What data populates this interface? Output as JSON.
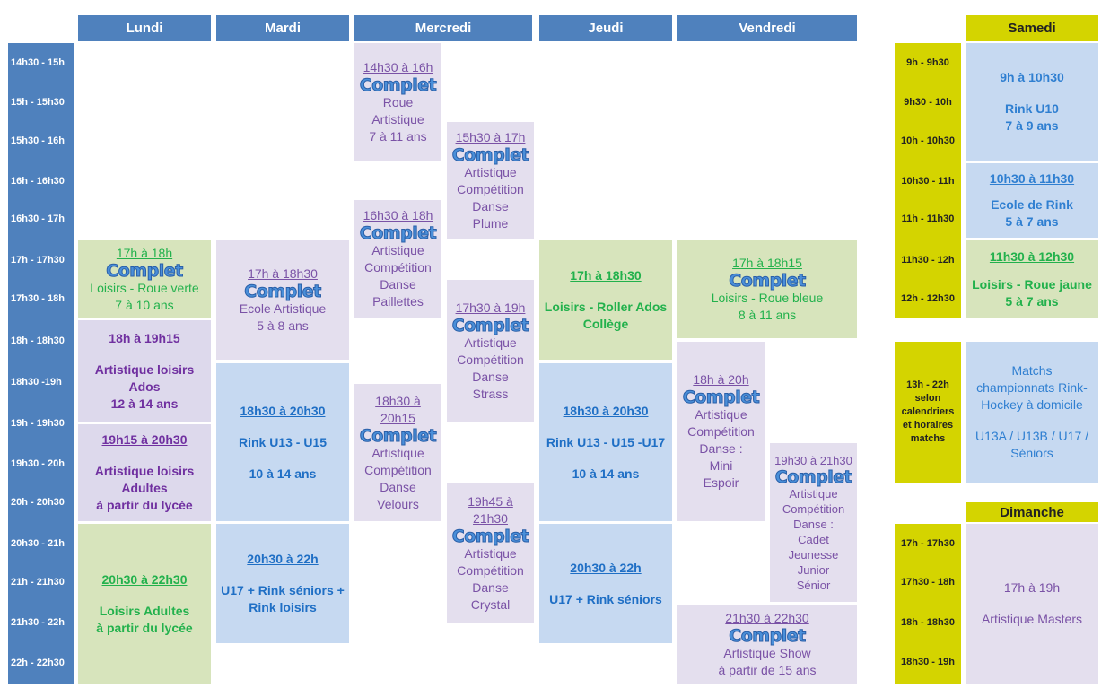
{
  "headers": {
    "lundi": "Lundi",
    "mardi": "Mardi",
    "mercredi": "Mercredi",
    "jeudi": "Jeudi",
    "vendredi": "Vendredi",
    "samedi": "Samedi",
    "dimanche": "Dimanche"
  },
  "complet": "Complet",
  "time_slots": [
    "14h30 - 15h",
    "15h - 15h30",
    "15h30 - 16h",
    "16h - 16h30",
    "16h30 - 17h",
    "17h - 17h30",
    "17h30 - 18h",
    "18h - 18h30",
    "18h30 -19h",
    "19h - 19h30",
    "19h30 - 20h",
    "20h - 20h30",
    "20h30 - 21h",
    "21h - 21h30",
    "21h30 - 22h",
    "22h - 22h30"
  ],
  "sat_slots": [
    "9h - 9h30",
    "9h30 - 10h",
    "10h - 10h30",
    "10h30 - 11h",
    "11h - 11h30",
    "11h30 - 12h",
    "12h - 12h30"
  ],
  "sat_afternoon": [
    "13h - 22h",
    "selon",
    "calendriers",
    "et horaires",
    "matchs"
  ],
  "sun_slots": [
    "17h - 17h30",
    "17h30 - 18h",
    "18h - 18h30",
    "18h30 - 19h"
  ],
  "lundi": {
    "b1": {
      "time": "17h à 18h",
      "line1": "Loisirs - Roue verte",
      "line2": "7 à 10 ans"
    },
    "b2": {
      "time": "18h à 19h15",
      "line1": "Artistique loisirs",
      "line2": "Ados",
      "line3": "12 à 14 ans"
    },
    "b3": {
      "time": "19h15 à 20h30",
      "line1": "Artistique loisirs",
      "line2": "Adultes",
      "line3": "à partir du lycée"
    },
    "b4": {
      "time": "20h30 à 22h30",
      "line1": "Loisirs Adultes",
      "line2": "à partir du lycée"
    }
  },
  "mardi": {
    "b1": {
      "time": "17h à 18h30",
      "line1": "Ecole Artistique",
      "line2": "5 à 8 ans"
    },
    "b2": {
      "time": "18h30 à 20h30",
      "line1": "Rink U13 - U15",
      "line2": "10 à 14 ans"
    },
    "b3": {
      "time": "20h30 à 22h",
      "line1": "U17 + Rink séniors +",
      "line2": "Rink loisirs"
    }
  },
  "mercredi": {
    "b1": {
      "time": "14h30 à 16h",
      "line1": "Roue",
      "line2": "Artistique",
      "line3": "7 à 11 ans"
    },
    "b2": {
      "time": "15h30 à 17h",
      "line1": "Artistique",
      "line2": "Compétition",
      "line3": "Danse",
      "line4": "Plume"
    },
    "b3": {
      "time": "16h30 à 18h",
      "line1": "Artistique",
      "line2": "Compétition",
      "line3": "Danse",
      "line4": "Paillettes"
    },
    "b4": {
      "time": "17h30 à 19h",
      "line1": "Artistique",
      "line2": "Compétition",
      "line3": "Danse",
      "line4": "Strass"
    },
    "b5": {
      "time_a": "18h30 à",
      "time_b": "20h15",
      "line1": "Artistique",
      "line2": "Compétition",
      "line3": "Danse",
      "line4": "Velours"
    },
    "b6": {
      "time_a": "19h45 à",
      "time_b": "21h30",
      "line1": "Artistique",
      "line2": "Compétition",
      "line3": "Danse",
      "line4": "Crystal"
    }
  },
  "jeudi": {
    "b1": {
      "time": "17h à 18h30",
      "line1": "Loisirs - Roller Ados",
      "line2": "Collège"
    },
    "b2": {
      "time": "18h30 à 20h30",
      "line1": "Rink U13 - U15 -U17",
      "line2": "10 à 14 ans"
    },
    "b3": {
      "time": "20h30 à 22h",
      "line1": "U17 + Rink séniors"
    }
  },
  "vendredi": {
    "b1": {
      "time": "17h à 18h15",
      "line1": "Loisirs - Roue bleue",
      "line2": "8 à 11 ans"
    },
    "b2": {
      "time": "18h à 20h",
      "line1": "Artistique",
      "line2": "Compétition",
      "line3": "Danse :",
      "line4": "Mini",
      "line5": "Espoir"
    },
    "b3": {
      "time": "19h30 à 21h30",
      "line1": "Artistique",
      "line2": "Compétition",
      "line3": "Danse :",
      "line4": "Cadet",
      "line5": "Jeunesse",
      "line6": "Junior",
      "line7": "Sénior"
    },
    "b4": {
      "time": "21h30 à 22h30",
      "line1": "Artistique Show",
      "line2": "à partir de 15 ans"
    }
  },
  "samedi": {
    "b1": {
      "time": "9h à 10h30",
      "line1": "Rink U10",
      "line2": "7 à 9 ans"
    },
    "b2": {
      "time": "10h30 à 11h30",
      "line1": "Ecole de Rink",
      "line2": "5 à 7 ans"
    },
    "b3": {
      "time": "11h30 à 12h30",
      "line1": "Loisirs - Roue jaune",
      "line2": "5 à 7 ans"
    },
    "b4": {
      "line1": "Matchs",
      "line2": "championnats Rink-",
      "line3": "Hockey à domicile",
      "line4": "U13A / U13B / U17 /",
      "line5": "Séniors"
    }
  },
  "dimanche": {
    "b1": {
      "line1": "17h à 19h",
      "line2": "Artistique Masters"
    }
  }
}
